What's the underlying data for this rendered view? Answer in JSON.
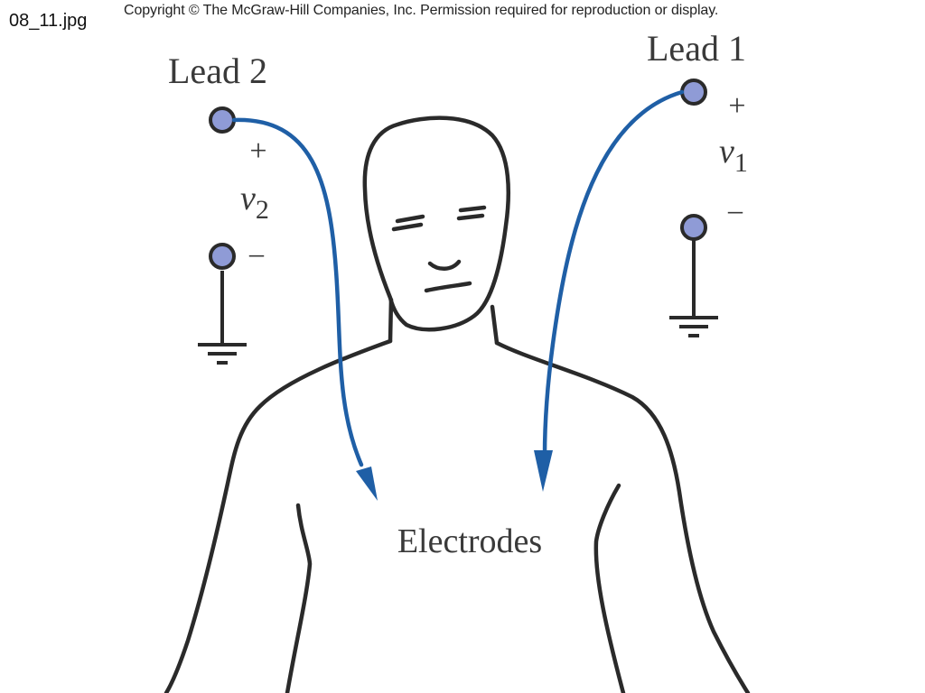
{
  "file_name": "08_11.jpg",
  "copyright": "Copyright © The McGraw-Hill Companies, Inc. Permission required for reproduction or display.",
  "colors": {
    "lead_wire": "#1f5fa6",
    "terminal_fill": "#8f9bd6",
    "outline": "#2a2a2a",
    "text": "#3a3a3a"
  },
  "lead1": {
    "title": "Lead 1",
    "plus": "+",
    "minus": "–",
    "voltage_symbol": "v",
    "voltage_subscript": "1"
  },
  "lead2": {
    "title": "Lead 2",
    "plus": "+",
    "minus": "–",
    "voltage_symbol": "v",
    "voltage_subscript": "2"
  },
  "electrodes_label": "Electrodes"
}
